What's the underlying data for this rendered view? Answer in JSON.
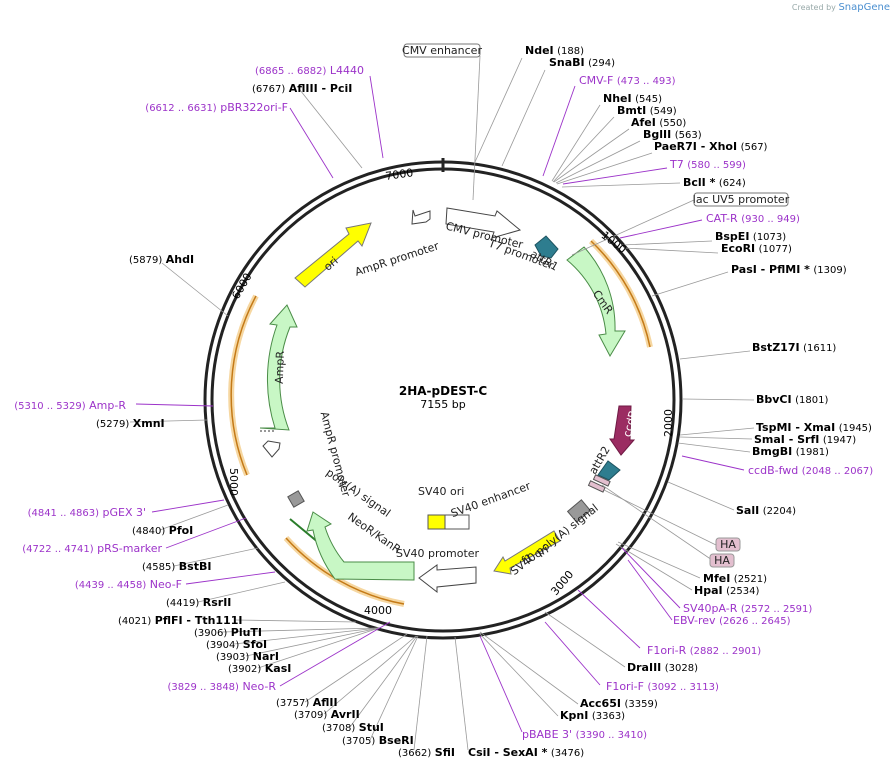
{
  "branding": {
    "prefix": "Created by",
    "name": "SnapGene"
  },
  "plasmid": {
    "name": "2HA-pDEST-C",
    "size": "7155 bp",
    "length": 7155
  },
  "ticks": [
    "1000",
    "2000",
    "3000",
    "4000",
    "5000",
    "6000",
    "7000"
  ],
  "enzymes": [
    {
      "name": "NdeI",
      "pos": "(188)"
    },
    {
      "name": "SnaBI",
      "pos": "(294)"
    },
    {
      "name": "NheI",
      "pos": "(545)"
    },
    {
      "name": "BmtI",
      "pos": "(549)"
    },
    {
      "name": "AfeI",
      "pos": "(550)"
    },
    {
      "name": "BglII",
      "pos": "(563)"
    },
    {
      "name": "PaeR7I - XhoI",
      "pos": "(567)"
    },
    {
      "name": "BclI *",
      "pos": "(624)"
    },
    {
      "name": "BspEI",
      "pos": "(1073)"
    },
    {
      "name": "EcoRI",
      "pos": "(1077)"
    },
    {
      "name": "PasI - PflMI *",
      "pos": "(1309)"
    },
    {
      "name": "BstZ17I",
      "pos": "(1611)"
    },
    {
      "name": "BbvCI",
      "pos": "(1801)"
    },
    {
      "name": "TspMI - XmaI",
      "pos": "(1945)"
    },
    {
      "name": "SmaI - SrfI",
      "pos": "(1947)"
    },
    {
      "name": "BmgBI",
      "pos": "(1981)"
    },
    {
      "name": "SalI",
      "pos": "(2204)"
    },
    {
      "name": "MfeI",
      "pos": "(2521)"
    },
    {
      "name": "HpaI",
      "pos": "(2534)"
    },
    {
      "name": "DraIII",
      "pos": "(3028)"
    },
    {
      "name": "Acc65I",
      "pos": "(3359)"
    },
    {
      "name": "KpnI",
      "pos": "(3363)"
    },
    {
      "name": "CsiI - SexAI *",
      "pos": "(3476)"
    },
    {
      "name": "SfiI",
      "pos": "(3662)"
    },
    {
      "name": "BseRI",
      "pos": "(3705)"
    },
    {
      "name": "StuI",
      "pos": "(3708)"
    },
    {
      "name": "AvrII",
      "pos": "(3709)"
    },
    {
      "name": "AflII",
      "pos": "(3757)"
    },
    {
      "name": "KasI",
      "pos": "(3902)"
    },
    {
      "name": "NarI",
      "pos": "(3903)"
    },
    {
      "name": "SfoI",
      "pos": "(3904)"
    },
    {
      "name": "PluTI",
      "pos": "(3906)"
    },
    {
      "name": "PflFI - Tth111I",
      "pos": "(4021)"
    },
    {
      "name": "RsrII",
      "pos": "(4419)"
    },
    {
      "name": "BstBI",
      "pos": "(4585)"
    },
    {
      "name": "PfoI",
      "pos": "(4840)"
    },
    {
      "name": "XmnI",
      "pos": "(5279)"
    },
    {
      "name": "AhdI",
      "pos": "(5879)"
    },
    {
      "name": "AflIII - PciI",
      "pos": "(6767)"
    }
  ],
  "primers": [
    {
      "name": "CMV-F",
      "range": "(473 .. 493)"
    },
    {
      "name": "T7",
      "range": "(580 .. 599)"
    },
    {
      "name": "CAT-R",
      "range": "(930 .. 949)"
    },
    {
      "name": "ccdB-fwd",
      "range": "(2048 .. 2067)"
    },
    {
      "name": "SV40pA-R",
      "range": "(2572 .. 2591)"
    },
    {
      "name": "EBV-rev",
      "range": "(2626 .. 2645)"
    },
    {
      "name": "F1ori-R",
      "range": "(2882 .. 2901)"
    },
    {
      "name": "F1ori-F",
      "range": "(3092 .. 3113)"
    },
    {
      "name": "pBABE 3'",
      "range": "(3390 .. 3410)"
    },
    {
      "name": "Neo-R",
      "range": "(3829 .. 3848)"
    },
    {
      "name": "Neo-F",
      "range": "(4439 .. 4458)"
    },
    {
      "name": "pRS-marker",
      "range": "(4722 .. 4741)"
    },
    {
      "name": "pGEX 3'",
      "range": "(4841 .. 4863)"
    },
    {
      "name": "Amp-R",
      "range": "(5310 .. 5329)"
    },
    {
      "name": "pBR322ori-F",
      "range": "(6612 .. 6631)"
    },
    {
      "name": "L4440",
      "range": "(6865 .. 6882)"
    }
  ],
  "features": {
    "cmv_enhancer": "CMV enhancer",
    "lac_uv5": "lac UV5 promoter",
    "ha1": "HA",
    "ha2": "HA",
    "cmv_promoter": "CMV promoter",
    "attR1": "attR1",
    "t7_promoter": "T7 promoter",
    "cmr": "CmR",
    "ccdb": "ccdB",
    "attR2": "attR2",
    "sv40_polya": "SV40 poly(A) signal",
    "f1_ori": "f1 ori",
    "sv40_ori": "SV40 ori",
    "sv40_enhancer": "SV40 enhancer",
    "sv40_promoter": "SV40 promoter",
    "neor_kanr": "NeoR/KanR",
    "polya_signal": "poly(A) signal",
    "ampr_promoter_bottom": "AmpR promoter",
    "ampr": "AmpR",
    "ori": "ori",
    "ampr_promoter_top": "AmpR promoter"
  },
  "colors": {
    "primer": "#9c33c9",
    "ori": "#ffff00",
    "cmr": "#c8f7c5",
    "ccdb": "#9b2c62",
    "att": "#2e7d8f",
    "orange": "#e8a33d"
  }
}
